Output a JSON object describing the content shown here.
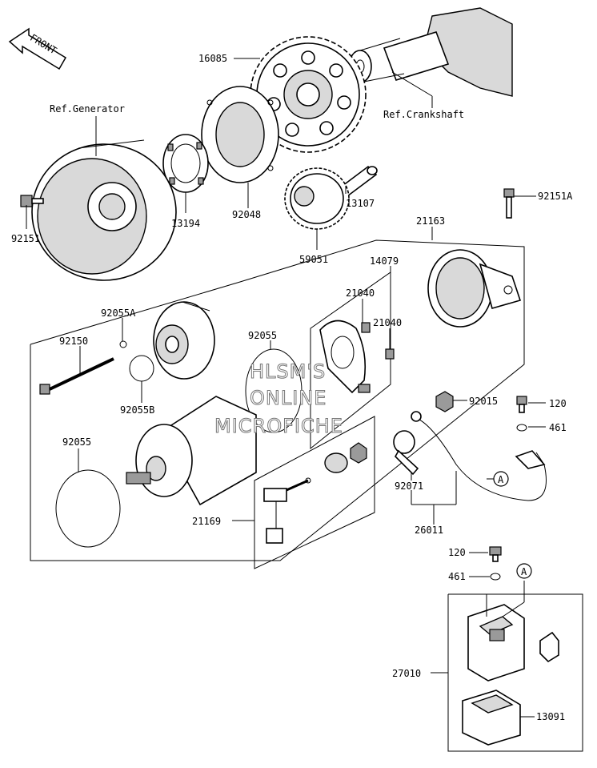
{
  "front_label": "FRONT",
  "watermark": [
    "HLSM'S",
    "ONLINE",
    "MICROFICHE"
  ],
  "labels": {
    "ref_generator": "Ref.Generator",
    "ref_crankshaft": "Ref.Crankshaft",
    "p16085": "16085",
    "p13194": "13194",
    "p92048": "92048",
    "p13107": "13107",
    "p59051": "59051",
    "p92151": "92151",
    "p92151a": "92151A",
    "p21163": "21163",
    "p14079": "14079",
    "p21040a": "21040",
    "p21040b": "21040",
    "p92055a": "92055A",
    "p92150": "92150",
    "p92055b": "92055B",
    "p92055_top": "92055",
    "p92055_left": "92055",
    "p92015": "92015",
    "p120_top": "120",
    "p461_top": "461",
    "p92071": "92071",
    "p21169": "21169",
    "p26011": "26011",
    "p120_bot": "120",
    "p461_bot": "461",
    "p27010": "27010",
    "p13091": "13091",
    "marker_a1": "A",
    "marker_a2": "A"
  }
}
